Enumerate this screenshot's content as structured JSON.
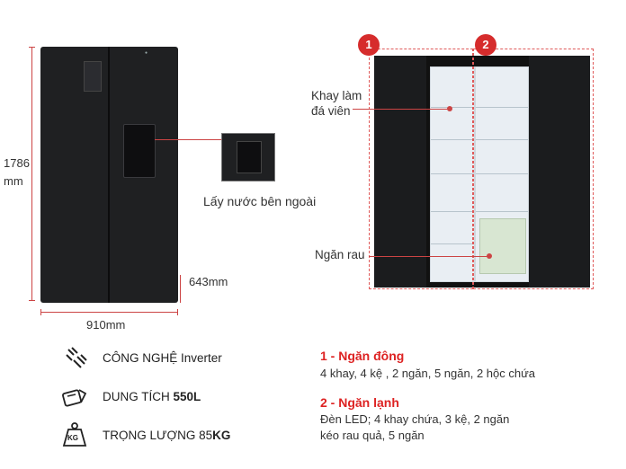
{
  "fridge": {
    "height_label": "1786\nmm",
    "width_label": "910mm",
    "base_label": "643mm",
    "dispenser_caption": "Lấy nước bên ngoài"
  },
  "interior": {
    "zone1_badge": "1",
    "zone2_badge": "2",
    "ice_tray_label": "Khay làm\nđá viên",
    "veg_label": "Ngăn rau"
  },
  "features": [
    {
      "icon": "inverter-icon",
      "text": "CÔNG NGHỆ Inverter"
    },
    {
      "icon": "capacity-icon",
      "text_prefix": "DUNG TÍCH ",
      "text_bold": "550L"
    },
    {
      "icon": "weight-kg-icon",
      "icon_text": "KG",
      "text_prefix": "TRỌNG LƯỢNG 85",
      "text_bold": "KG"
    }
  ],
  "specs": [
    {
      "title": "1 - Ngăn đông",
      "lines": [
        "4 khay, 4 kệ , 2 ngăn, 5 ngăn, 2 hộc chứa"
      ]
    },
    {
      "title": "2 - Ngăn lạnh",
      "lines": [
        "Đèn LED; 4 khay chứa, 3 kệ, 2 ngăn",
        "kéo rau quả, 5 ngăn"
      ]
    }
  ],
  "colors": {
    "accent": "#d62c2c",
    "fridge_body": "#1f2022"
  }
}
